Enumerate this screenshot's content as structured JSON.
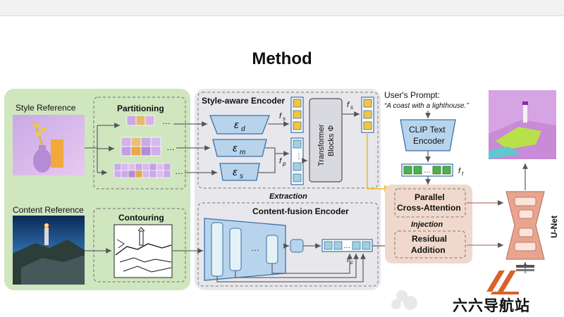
{
  "title": "Method",
  "labels": {
    "style_reference": "Style Reference",
    "content_reference": "Content Reference",
    "partitioning": "Partitioning",
    "contouring": "Contouring",
    "style_encoder": "Style-aware Encoder",
    "content_encoder": "Content-fusion Encoder",
    "extraction": "Extraction",
    "injection": "Injection",
    "transformer_line1": "Transformer",
    "transformer_line2": "Blocks Φ",
    "enc_d": "ε",
    "enc_d_sub": "d",
    "enc_m": "ε",
    "enc_m_sub": "m",
    "enc_s": "ε",
    "enc_s_sub": "s",
    "fs": "f",
    "fs_sub": "s",
    "fp": "f",
    "fp_sub": "p",
    "ft": "f",
    "ft_sub": "t",
    "fc": "f",
    "fc_sub": "c",
    "prompt_label": "User's Prompt:",
    "prompt_text": "“A coast with a lighthouse.”",
    "clip_line1": "CLIP Text",
    "clip_line2": "Encoder",
    "parallel_line1": "Parallel",
    "parallel_line2": "Cross-Attention",
    "residual_line1": "Residual",
    "residual_line2": "Addition",
    "unet": "U-Net",
    "ellipsis": "…",
    "ellipsis_v": "⋮"
  },
  "watermark": {
    "text": "六六导航站"
  },
  "colors": {
    "green_panel": "#cfe6bf",
    "gray_panel": "#e7e7ec",
    "blue_encoder": "#b8d4ec",
    "blue_stroke": "#3d6fa3",
    "yellow_token": "#f4c542",
    "green_token": "#4cb24c",
    "teal_token": "#9fd1e0",
    "injection_panel": "#f0d9cc",
    "unet_fill": "#e8a48f",
    "arrow_yellow": "#f1c232",
    "logo_orange": "#d9622a"
  },
  "icons": [
    "style-reference-image",
    "content-reference-image",
    "output-image",
    "contour-sketch",
    "arrow-icon",
    "watermark-logo"
  ]
}
